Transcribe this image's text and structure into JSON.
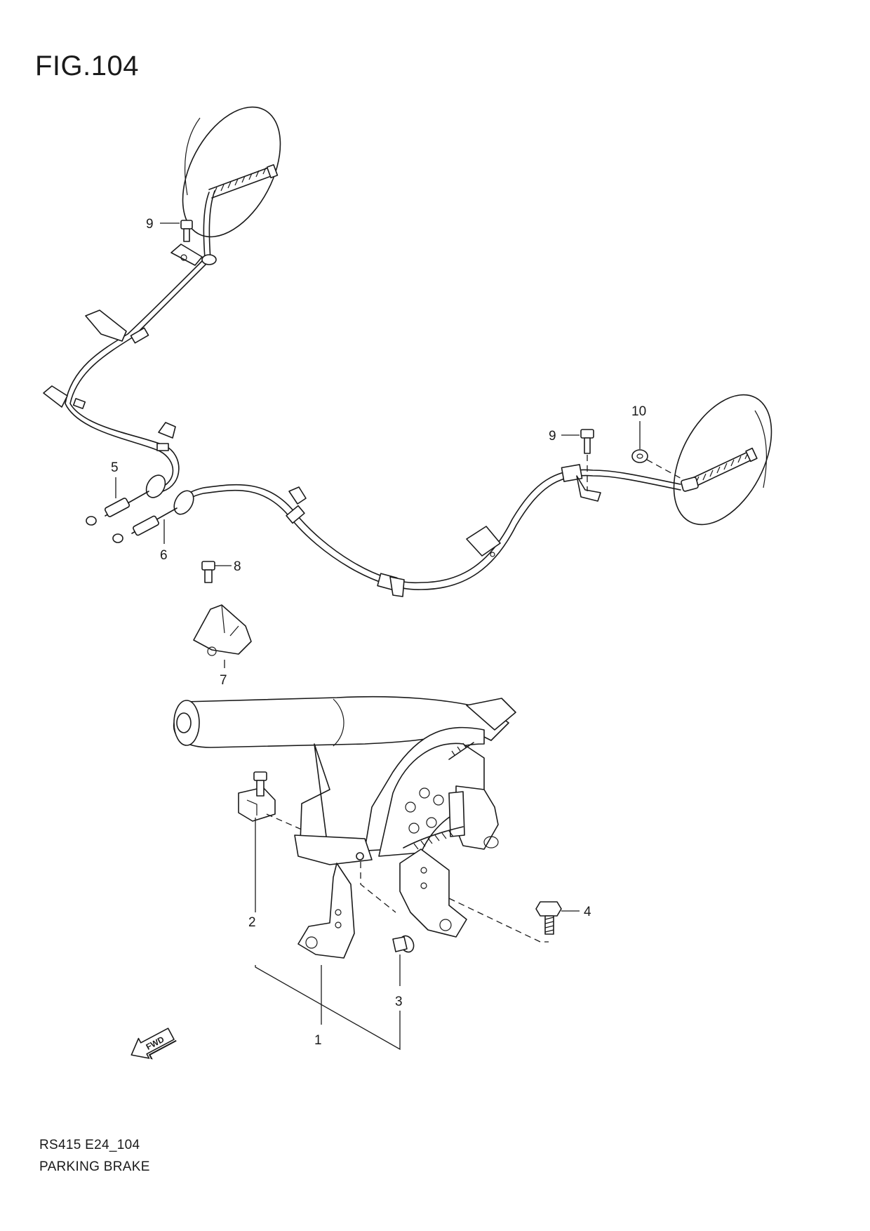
{
  "figure": {
    "title": "FIG.104",
    "model_code": "RS415 E24_104",
    "section_name": "PARKING BRAKE"
  },
  "callouts": [
    {
      "label": "1"
    },
    {
      "label": "2"
    },
    {
      "label": "3"
    },
    {
      "label": "4"
    },
    {
      "label": "5"
    },
    {
      "label": "6"
    },
    {
      "label": "7"
    },
    {
      "label": "8"
    },
    {
      "label": "9"
    },
    {
      "label": "9"
    },
    {
      "label": "10"
    }
  ],
  "forward_arrow": {
    "label": "FWD",
    "icon": "forward-direction-arrow-icon"
  }
}
